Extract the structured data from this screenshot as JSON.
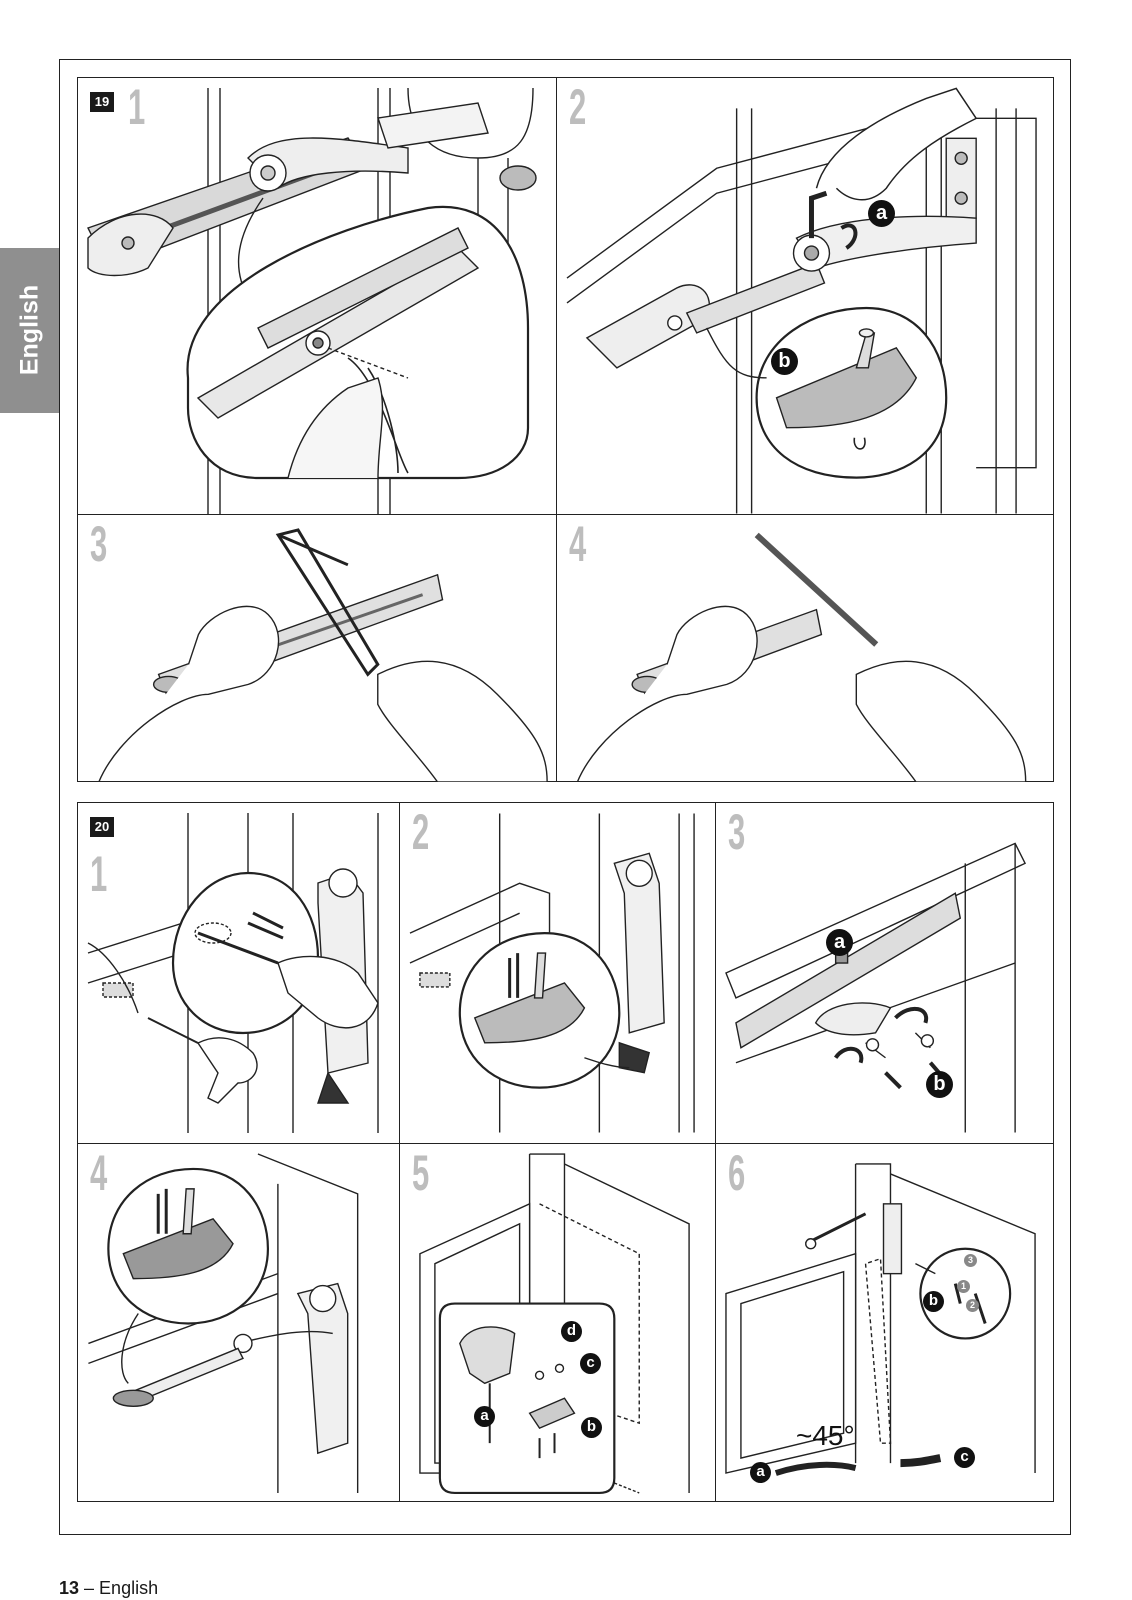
{
  "side_tab": {
    "label": "English"
  },
  "figure19": {
    "number": "19",
    "panels": [
      {
        "step": "1"
      },
      {
        "step": "2",
        "callouts": [
          "a",
          "b"
        ]
      },
      {
        "step": "3"
      },
      {
        "step": "4"
      }
    ]
  },
  "figure20": {
    "number": "20",
    "panels": [
      {
        "step": "1"
      },
      {
        "step": "2"
      },
      {
        "step": "3",
        "callouts": [
          "a",
          "b"
        ]
      },
      {
        "step": "4"
      },
      {
        "step": "5",
        "callouts": [
          "a",
          "b",
          "c",
          "d"
        ]
      },
      {
        "step": "6",
        "callouts": [
          "a",
          "b",
          "c"
        ],
        "numbered_markers": [
          "1",
          "2",
          "3"
        ],
        "angle_label": "~45°"
      }
    ]
  },
  "footer": {
    "page_number": "13",
    "separator": " – ",
    "language": "English"
  }
}
